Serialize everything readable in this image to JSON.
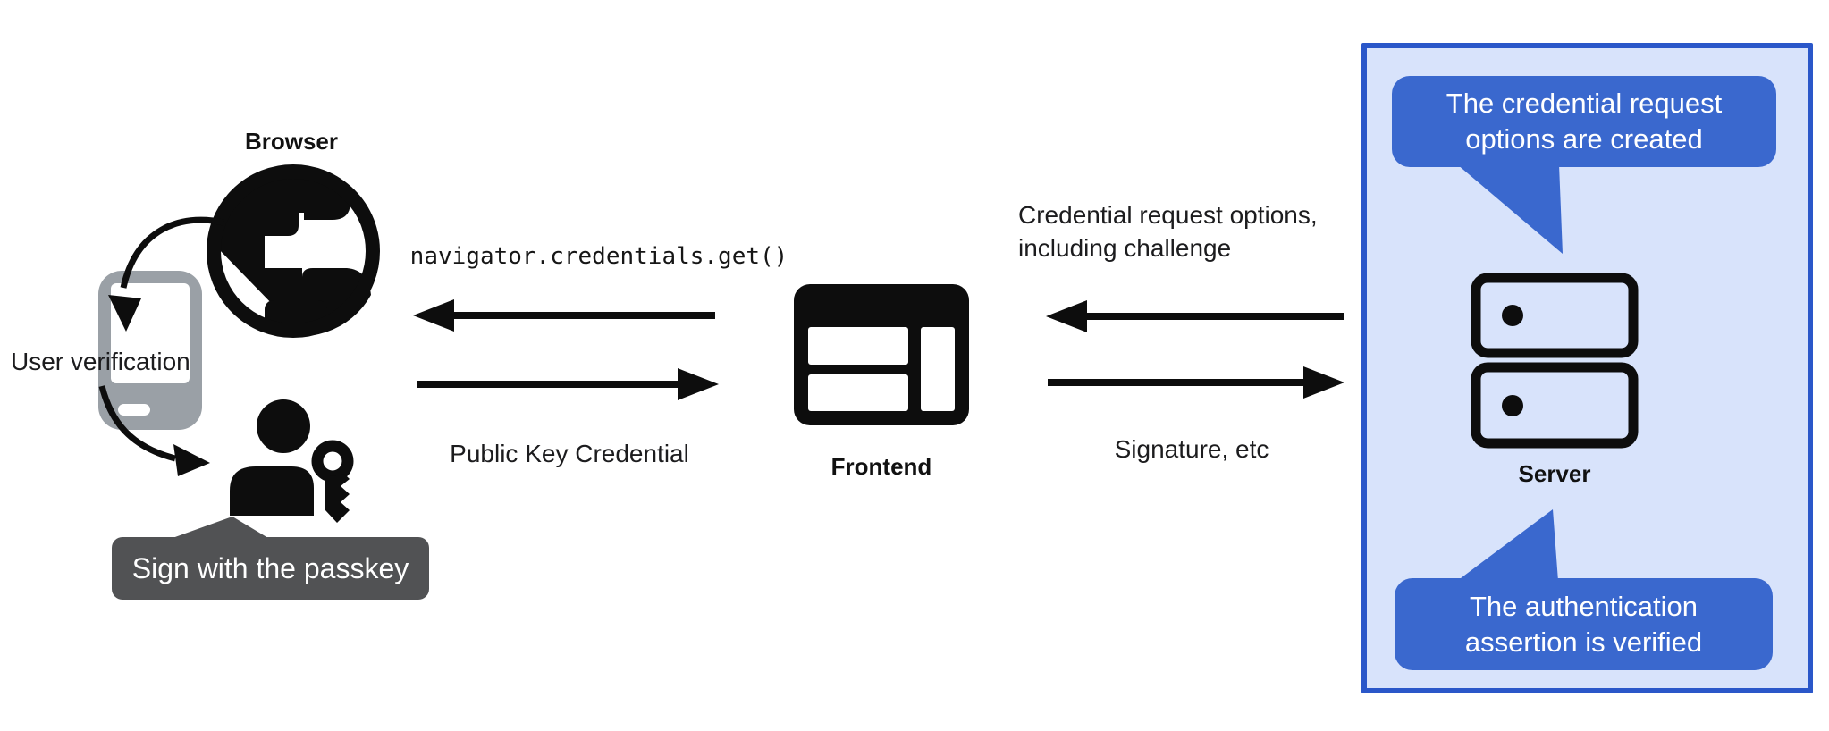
{
  "diagram": {
    "title_semantic": "Passkey authentication flow",
    "left": {
      "browser_label": "Browser",
      "user_verification_label": "User verification",
      "passkey_tooltip": "Sign with the passkey"
    },
    "middle": {
      "api_call_label": "navigator.credentials.get()",
      "public_key_label": "Public Key Credential",
      "frontend_label": "Frontend"
    },
    "right": {
      "credential_options_line1": "Credential request options,",
      "credential_options_line2": "including challenge",
      "signature_label": "Signature, etc",
      "server_label": "Server",
      "top_bubble_line1": "The credential request",
      "top_bubble_line2": "options are created",
      "bottom_bubble_line1": "The authentication",
      "bottom_bubble_line2": "assertion is verified"
    }
  },
  "icons": {
    "globe": "globe-browser-icon",
    "phone": "smartphone-icon",
    "user": "user-with-key-icon",
    "key": "key-icon",
    "frontend": "browser-window-icon",
    "server": "server-stack-icon",
    "arrows": [
      "arrow-left-get",
      "arrow-right-public-key",
      "arrow-left-credential-options",
      "arrow-right-signature",
      "curved-arrow-globe-to-phone",
      "curved-arrow-phone-to-user"
    ]
  },
  "colors": {
    "bubble_blue": "#3a68ce",
    "panel_border_blue": "#2a57c9",
    "panel_bg_blue": "#d8e3fb",
    "tooltip_gray": "#515254",
    "phone_gray": "#9aa0a6",
    "ink_black": "#0d0d0d",
    "background": "#ffffff"
  }
}
